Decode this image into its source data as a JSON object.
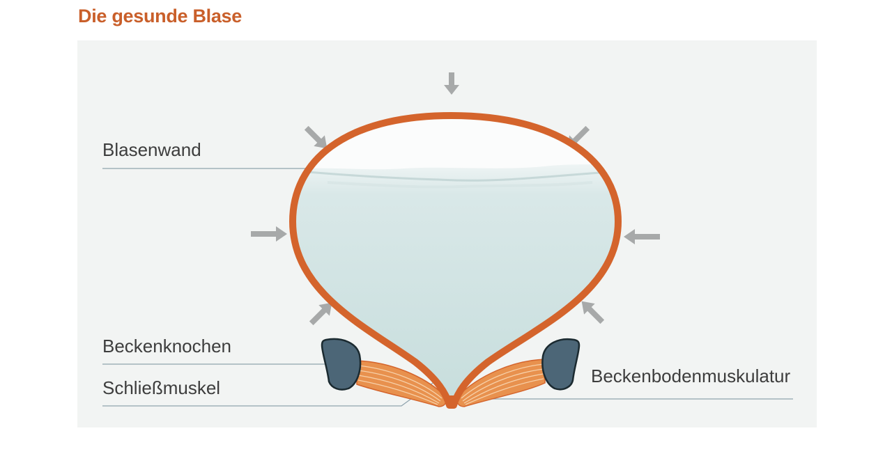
{
  "header": {
    "title": "Die gesunde Blase"
  },
  "labels": {
    "bladder_wall": "Blasenwand",
    "pelvic_bone": "Beckenknochen",
    "sphincter": "Schließmuskel",
    "pelvic_floor": "Beckenbodenmuskulatur"
  },
  "colors": {
    "title": "#c95f2a",
    "bladder_wall": "#d4642c",
    "bone": "#4c6677",
    "muscle": "#e8914e",
    "pressure_arrow": "#a7a9a9",
    "urine": "#c8dedd",
    "leader_line": "#8fa3ad"
  },
  "icons": [
    "pressure-arrow-icon"
  ]
}
